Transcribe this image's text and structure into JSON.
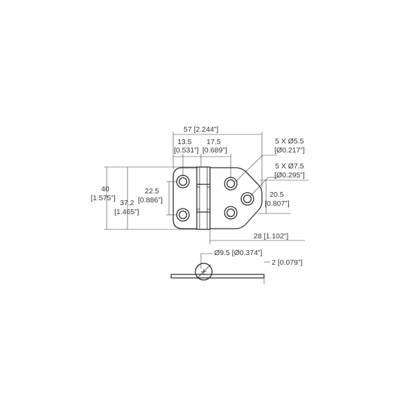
{
  "dimensions": {
    "overall_width": "57 [2.244”]",
    "leaf_hole_offset_mm": "13.5",
    "leaf_hole_offset_in": "[0.531”]",
    "hole_spacing_h_mm": "17.5",
    "hole_spacing_h_in": "[0.689”]",
    "hole_count_dia_a_1": "5 X Ø5.5",
    "hole_count_dia_a_2": "[Ø0.217”]",
    "hole_count_dia_b_1": "5 X Ø7.5",
    "hole_count_dia_b_2": "[Ø0.295”]",
    "overall_height_mm": "40",
    "overall_height_in": "[1.575”]",
    "inner_height_mm": "37.2",
    "inner_height_in": "[1.465”]",
    "hole_spacing_v_mm": "22.5",
    "hole_spacing_v_in": "[0.886”]",
    "right_hole_offset_mm": "20.5",
    "right_hole_offset_in": "[0.807”]",
    "right_leaf_width": "28 [1.102”]",
    "pin_diameter": "Ø9.5 [Ø0.374”]",
    "thickness": "2 [0.079”]"
  }
}
